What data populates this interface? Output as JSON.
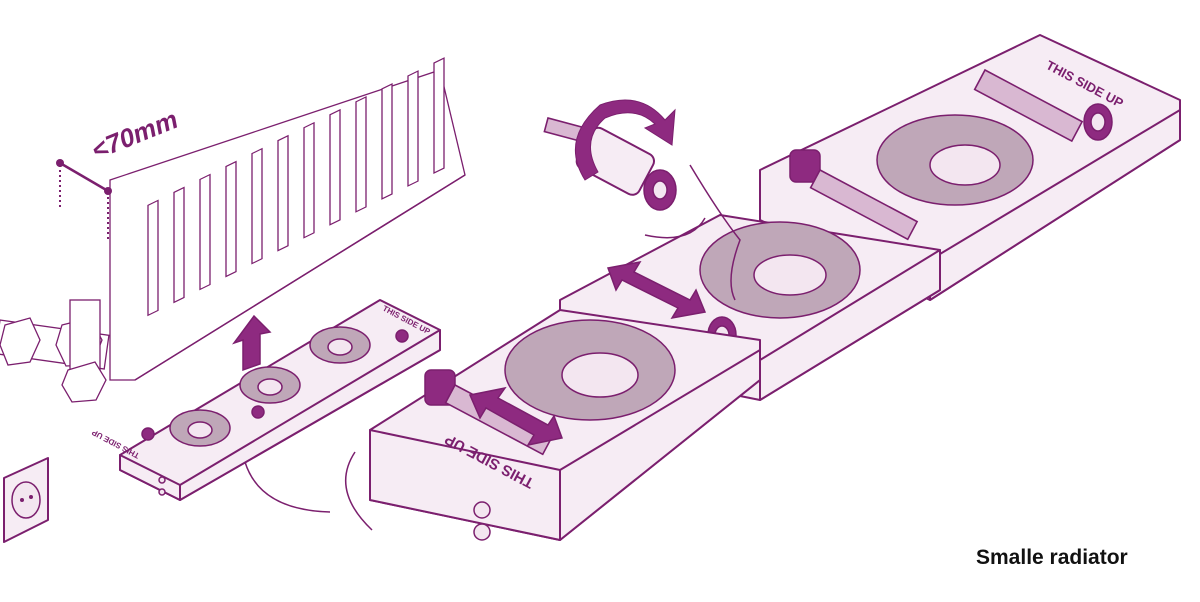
{
  "measurement": {
    "label": "<70mm"
  },
  "device_labels": {
    "large_front": "THIS SIDE UP",
    "large_back": "THIS SIDE UP",
    "small_front": "THIS SIDE UP",
    "small_back": "THIS SIDE UP"
  },
  "caption": "Smalle radiator",
  "colors": {
    "accent": "#7b1f6e",
    "fill_light": "#f6ecf4",
    "fill_mid": "#d9b8d2"
  }
}
